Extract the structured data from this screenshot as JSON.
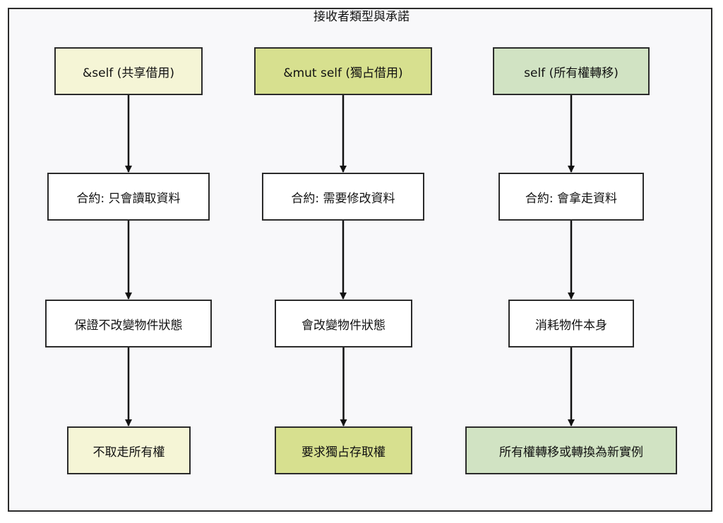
{
  "diagram": {
    "title": "接收者類型與承諾",
    "colors": {
      "shared_fill": "#f5f5d6",
      "mutable_fill": "#d7e08f",
      "owned_fill": "#d1e3c3",
      "neutral_fill": "#ffffff",
      "stroke": "#2b2b2b"
    },
    "columns": [
      {
        "id": "shared",
        "nodes": [
          {
            "id": "shared-head",
            "label": "&self (共享借用)"
          },
          {
            "id": "shared-contract",
            "label": "合約: 只會讀取資料"
          },
          {
            "id": "shared-effect",
            "label": "保證不改變物件狀態"
          },
          {
            "id": "shared-result",
            "label": "不取走所有權"
          }
        ]
      },
      {
        "id": "mutable",
        "nodes": [
          {
            "id": "mutable-head",
            "label": "&mut self (獨占借用)"
          },
          {
            "id": "mutable-contract",
            "label": "合約: 需要修改資料"
          },
          {
            "id": "mutable-effect",
            "label": "會改變物件狀態"
          },
          {
            "id": "mutable-result",
            "label": "要求獨占存取權"
          }
        ]
      },
      {
        "id": "owned",
        "nodes": [
          {
            "id": "owned-head",
            "label": "self (所有權轉移)"
          },
          {
            "id": "owned-contract",
            "label": "合約: 會拿走資料"
          },
          {
            "id": "owned-effect",
            "label": "消耗物件本身"
          },
          {
            "id": "owned-result",
            "label": "所有權轉移或轉換為新實例"
          }
        ]
      }
    ],
    "edges": [
      {
        "from": "shared-head",
        "to": "shared-contract"
      },
      {
        "from": "shared-contract",
        "to": "shared-effect"
      },
      {
        "from": "shared-effect",
        "to": "shared-result"
      },
      {
        "from": "mutable-head",
        "to": "mutable-contract"
      },
      {
        "from": "mutable-contract",
        "to": "mutable-effect"
      },
      {
        "from": "mutable-effect",
        "to": "mutable-result"
      },
      {
        "from": "owned-head",
        "to": "owned-contract"
      },
      {
        "from": "owned-contract",
        "to": "owned-effect"
      },
      {
        "from": "owned-effect",
        "to": "owned-result"
      }
    ]
  }
}
